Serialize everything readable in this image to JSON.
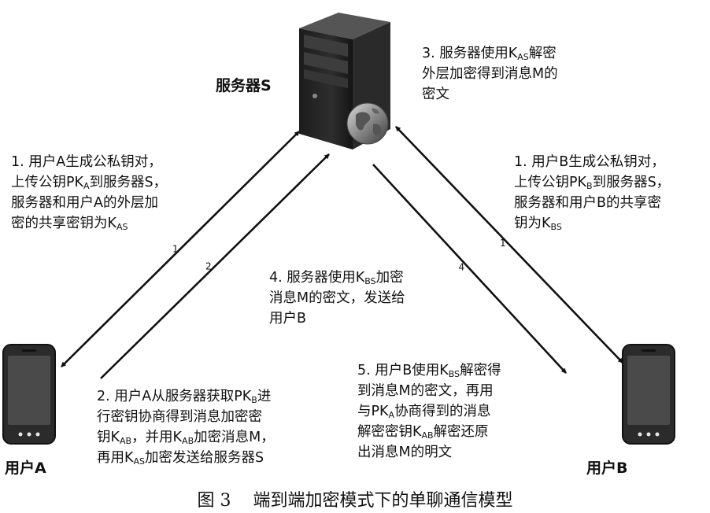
{
  "diagram": {
    "nodes": {
      "server": {
        "label": "服务器S",
        "icon": "server-tower-icon"
      },
      "user_a": {
        "label": "用户A",
        "icon": "smartphone-icon"
      },
      "user_b": {
        "label": "用户B",
        "icon": "smartphone-icon"
      },
      "globe": {
        "icon": "globe-icon"
      }
    },
    "edges": [
      {
        "id": "a-to-server-step1",
        "from": "user_a",
        "to": "server",
        "label": "1",
        "bidirectional": true
      },
      {
        "id": "a-to-server-step2",
        "from": "user_a",
        "to": "server",
        "label": "2",
        "bidirectional": false
      },
      {
        "id": "b-to-server-step1",
        "from": "user_b",
        "to": "server",
        "label": "1",
        "bidirectional": true
      },
      {
        "id": "server-to-b-step4",
        "from": "server",
        "to": "user_b",
        "label": "4",
        "bidirectional": false
      }
    ],
    "steps": {
      "step1_a": {
        "lines": [
          [
            {
              "t": "1. 用户A生成公私钥对，"
            }
          ],
          [
            {
              "t": "上传公钥PK"
            },
            {
              "s": "A"
            },
            {
              "t": "到服务器S，"
            }
          ],
          [
            {
              "t": "服务器和用户A的外层加"
            }
          ],
          [
            {
              "t": "密的共享密钥为K"
            },
            {
              "s": "AS"
            }
          ]
        ]
      },
      "step1_b": {
        "lines": [
          [
            {
              "t": "1. 用户B生成公私钥对，"
            }
          ],
          [
            {
              "t": "上传公钥PK"
            },
            {
              "s": "B"
            },
            {
              "t": "到服务器S，"
            }
          ],
          [
            {
              "t": "服务器和用户B的共享密"
            }
          ],
          [
            {
              "t": "钥为K"
            },
            {
              "s": "BS"
            }
          ]
        ]
      },
      "step2": {
        "lines": [
          [
            {
              "t": "2. 用户A从服务器获取PK"
            },
            {
              "s": "B"
            },
            {
              "t": "进"
            }
          ],
          [
            {
              "t": "行密钥协商得到消息加密密"
            }
          ],
          [
            {
              "t": "钥K"
            },
            {
              "s": "AB"
            },
            {
              "t": "，并用K"
            },
            {
              "s": "AB"
            },
            {
              "t": "加密消息M，"
            }
          ],
          [
            {
              "t": "再用K"
            },
            {
              "s": "AS"
            },
            {
              "t": "加密发送给服务器S"
            }
          ]
        ]
      },
      "step3": {
        "lines": [
          [
            {
              "t": "3. 服务器使用K"
            },
            {
              "s": "AS"
            },
            {
              "t": "解密"
            }
          ],
          [
            {
              "t": "外层加密得到消息M的"
            }
          ],
          [
            {
              "t": "密文"
            }
          ]
        ]
      },
      "step4": {
        "lines": [
          [
            {
              "t": "4. 服务器使用K"
            },
            {
              "s": "BS"
            },
            {
              "t": "加密"
            }
          ],
          [
            {
              "t": "消息M的密文，发送给"
            }
          ],
          [
            {
              "t": "用户B"
            }
          ]
        ]
      },
      "step5": {
        "lines": [
          [
            {
              "t": "5. 用户B使用K"
            },
            {
              "s": "BS"
            },
            {
              "t": "解密得"
            }
          ],
          [
            {
              "t": "到消息M的密文，再用"
            }
          ],
          [
            {
              "t": "与PK"
            },
            {
              "s": "A"
            },
            {
              "t": "协商得到的消息"
            }
          ],
          [
            {
              "t": "解密密钥K"
            },
            {
              "s": "AB"
            },
            {
              "t": "解密还原"
            }
          ],
          [
            {
              "t": "出消息M的明文"
            }
          ]
        ]
      }
    },
    "caption": "图 3    端到端加密模式下的单聊通信模型",
    "colors": {
      "arrow": "#111111",
      "text": "#111111",
      "device_body": "#2b2b2b",
      "device_screen": "#4a4a4a",
      "background": "#ffffff"
    }
  }
}
